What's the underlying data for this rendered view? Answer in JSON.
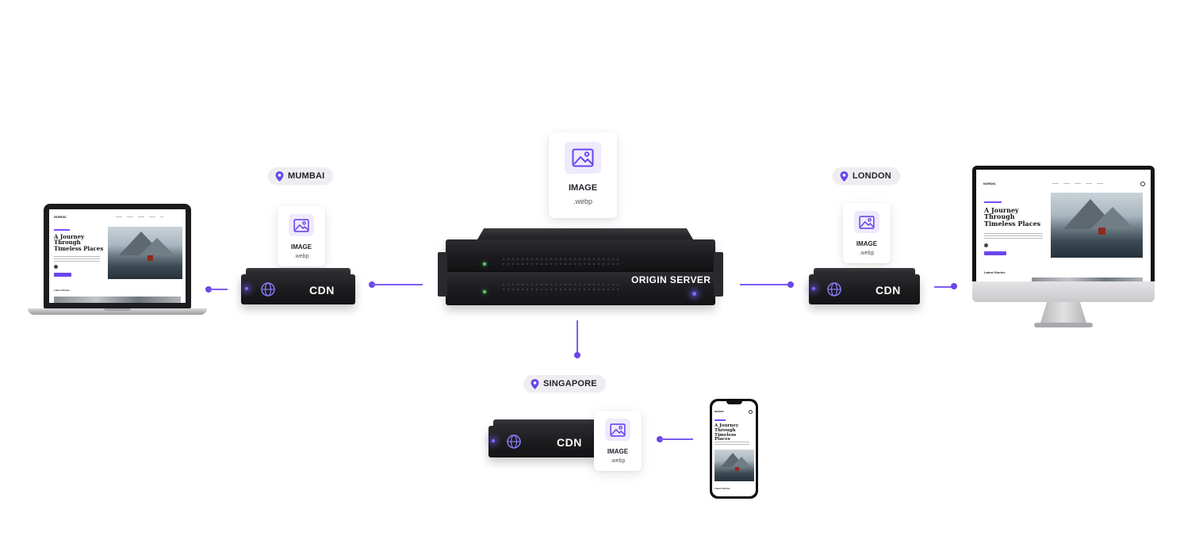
{
  "origin_server": {
    "label": "ORIGIN SERVER"
  },
  "origin_file": {
    "title": "IMAGE",
    "ext": ".webp",
    "icon": "image-icon"
  },
  "nodes": [
    {
      "location": "MUMBAI",
      "cdn_label": "CDN",
      "file": {
        "title": "IMAGE",
        "ext": ".webp"
      }
    },
    {
      "location": "LONDON",
      "cdn_label": "CDN",
      "file": {
        "title": "IMAGE",
        "ext": ".webp"
      }
    },
    {
      "location": "SINGAPORE",
      "cdn_label": "CDN",
      "file": {
        "title": "IMAGE",
        "ext": ".webp"
      }
    }
  ],
  "site_preview": {
    "logo": "NORDIC",
    "headline": "A Journey Through Timeless Places",
    "headline_lines": [
      "A Journey",
      "Through",
      "Timeless Places"
    ],
    "latest": "Latest Stories"
  },
  "colors": {
    "accent": "#6a45ea",
    "line": "#7c5cf0",
    "pill_bg": "#eeeef1",
    "server": "#1b1b1e",
    "icon_bg": "#eeeafc"
  },
  "icons": [
    "pin-icon",
    "image-icon",
    "globe-icon"
  ]
}
